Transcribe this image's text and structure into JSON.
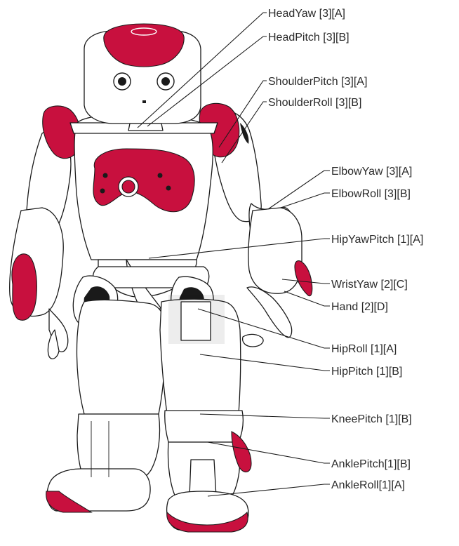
{
  "labels": [
    {
      "id": "head-yaw",
      "text": "HeadYaw [3][A]"
    },
    {
      "id": "head-pitch",
      "text": "HeadPitch [3][B]"
    },
    {
      "id": "shoulder-pitch",
      "text": "ShoulderPitch [3][A]"
    },
    {
      "id": "shoulder-roll",
      "text": "ShoulderRoll [3][B]"
    },
    {
      "id": "elbow-yaw",
      "text": "ElbowYaw [3][A]"
    },
    {
      "id": "elbow-roll",
      "text": "ElbowRoll [3][B]"
    },
    {
      "id": "hip-yaw-pitch",
      "text": "HipYawPitch [1][A]"
    },
    {
      "id": "wrist-yaw",
      "text": "WristYaw [2][C]"
    },
    {
      "id": "hand",
      "text": "Hand [2][D]"
    },
    {
      "id": "hip-roll",
      "text": "HipRoll [1][A]"
    },
    {
      "id": "hip-pitch",
      "text": "HipPitch [1][B]"
    },
    {
      "id": "knee-pitch",
      "text": "KneePitch [1][B]"
    },
    {
      "id": "ankle-pitch",
      "text": "AnklePitch[1][B]"
    },
    {
      "id": "ankle-roll",
      "text": "AnkleRoll[1][A]"
    }
  ],
  "colors": {
    "accent": "#c8103e",
    "outline": "#1a1a1a",
    "background": "#ffffff"
  }
}
